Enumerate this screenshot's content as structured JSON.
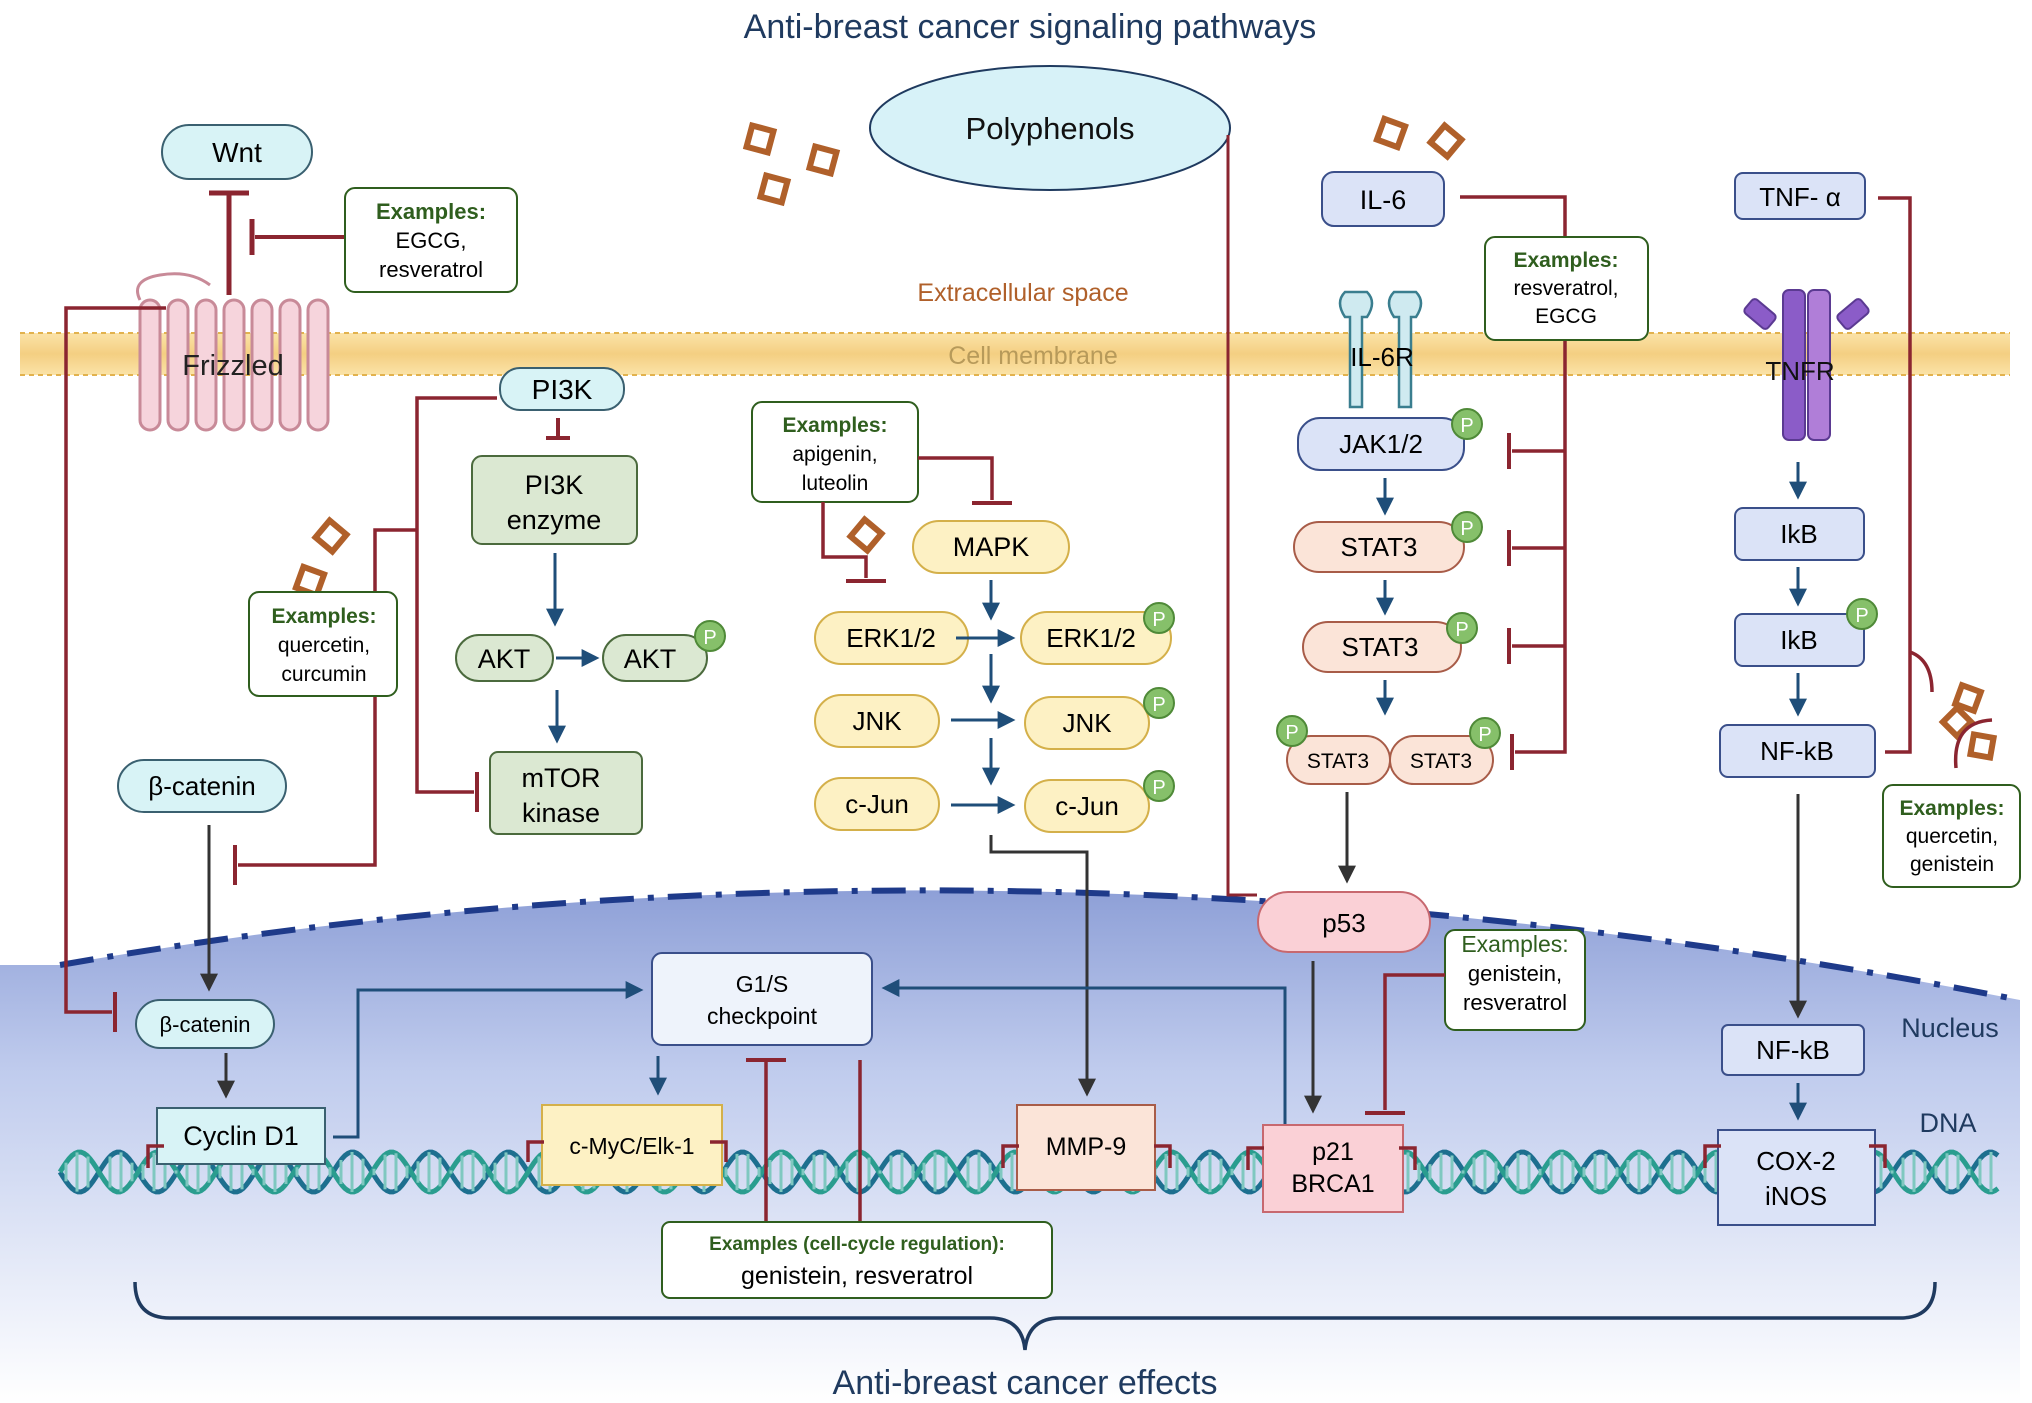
{
  "title": "Anti-breast cancer signaling pathways",
  "polyphenols": "Polyphenols",
  "regions": {
    "extracellular": "Extracellular space",
    "membrane": "Cell membrane",
    "nucleus": "Nucleus",
    "dna": "DNA"
  },
  "wnt": {
    "wnt": "Wnt",
    "frizzled": "Frizzled",
    "beta_catenin": "β-catenin",
    "beta_catenin_nuc": "β-catenin",
    "cyclin_d1": "Cyclin D1"
  },
  "pi3k": {
    "pi3k": "PI3K",
    "enzyme_line1": "PI3K",
    "enzyme_line2": "enzyme",
    "akt": "AKT",
    "akt_p": "AKT",
    "mtor_line1": "mTOR",
    "mtor_line2": "kinase"
  },
  "mapk": {
    "mapk": "MAPK",
    "erk": "ERK1/2",
    "erk_p": "ERK1/2",
    "jnk": "JNK",
    "jnk_p": "JNK",
    "cjun": "c-Jun",
    "cjun_p": "c-Jun"
  },
  "il6": {
    "il6": "IL-6",
    "il6r": "IL-6R",
    "jak": "JAK1/2",
    "stat3_a": "STAT3",
    "stat3_b": "STAT3",
    "stat3_dimer_left": "STAT3",
    "stat3_dimer_right": "STAT3"
  },
  "tnf": {
    "tnf": "TNF- α",
    "tnfr": "TNFR",
    "ikb": "IkB",
    "ikb_p": "IkB",
    "nfkb": "NF-kB",
    "nfkb_nuc": "NF-kB",
    "cox_line1": "COX-2",
    "cox_line2": "iNOS"
  },
  "nuclear": {
    "p53": "p53",
    "g1s_line1": "G1/S",
    "g1s_line2": "checkpoint",
    "cmyc": "c-MyC/Elk-1",
    "mmp9": "MMP-9",
    "p21_line1": "p21",
    "p21_line2": "BRCA1"
  },
  "phospho": "P",
  "examples": {
    "wnt": {
      "title": "Examples:",
      "line1": "EGCG,",
      "line2": "resveratrol"
    },
    "pi3k": {
      "title": "Examples:",
      "line1": "quercetin,",
      "line2": "curcumin"
    },
    "mapk": {
      "title": "Examples:",
      "line1": "apigenin,",
      "line2": "luteolin"
    },
    "il6": {
      "title": "Examples:",
      "line1": "resveratrol,",
      "line2": "EGCG"
    },
    "tnf": {
      "title": "Examples:",
      "line1": "quercetin,",
      "line2": "genistein"
    },
    "p53": {
      "title": "Examples:",
      "line1": "genistein,",
      "line2": "resveratrol"
    },
    "cellcycle": {
      "title": "Examples (cell-cycle regulation):",
      "line1": "genistein, resveratrol"
    }
  },
  "effects": "Anti-breast cancer effects",
  "colors": {
    "blue_arrow": "#1f4e79",
    "inhibit_red": "#8b2530",
    "molecule_orange": "#b0602a",
    "membrane_yellow": "#f6d48b",
    "example_green": "#2f5e1e",
    "phospho_green": "#86c06a"
  }
}
